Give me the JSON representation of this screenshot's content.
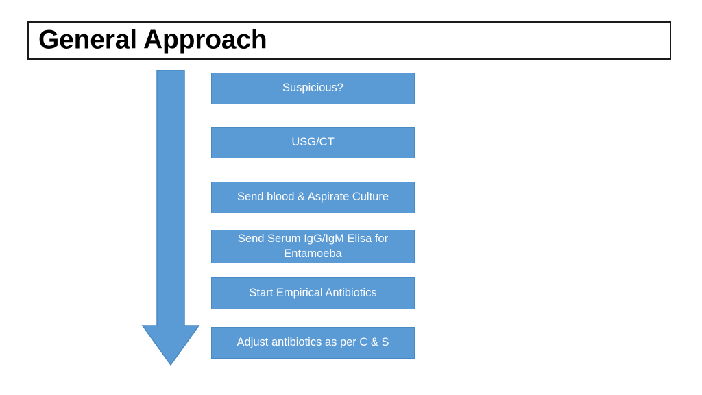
{
  "slide": {
    "title": "General Approach",
    "background_color": "#ffffff",
    "accent_color": "#5B9BD5",
    "title_border_color": "#1a1a1a",
    "title_text_color": "#000000",
    "box_text_color": "#ffffff"
  },
  "arrow": {
    "name": "downward-flow-arrow",
    "direction": "down",
    "color": "#5B9BD5",
    "outline_color": "#4A8AC4"
  },
  "flow": {
    "steps": [
      {
        "label": "Suspicious?"
      },
      {
        "label": "USG/CT"
      },
      {
        "label": "Send blood & Aspirate Culture"
      },
      {
        "label": "Send Serum IgG/IgM Elisa for Entamoeba"
      },
      {
        "label": "Start Empirical Antibiotics"
      },
      {
        "label": "Adjust antibiotics as per C & S"
      }
    ]
  }
}
